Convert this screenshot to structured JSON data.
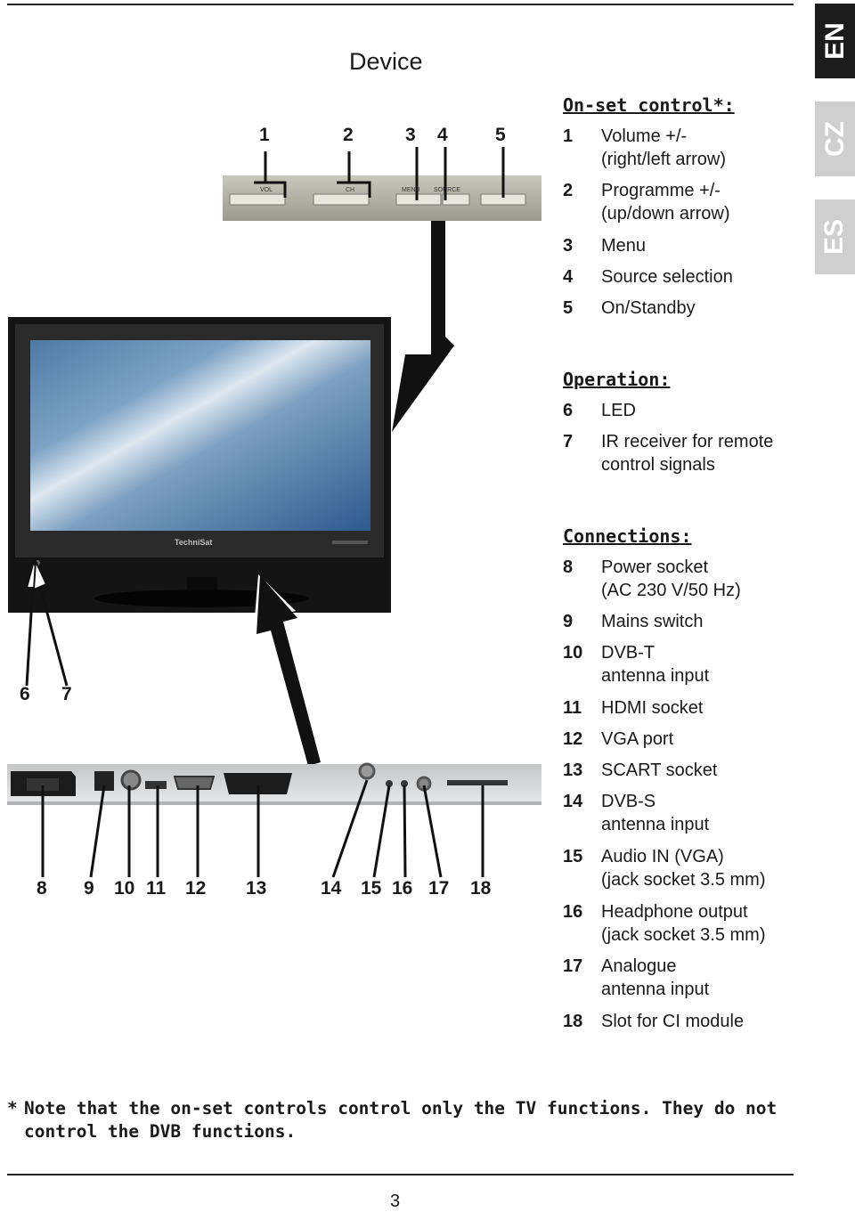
{
  "page": {
    "title": "Device",
    "page_number": "3"
  },
  "language_tabs": [
    {
      "label": "EN",
      "active": true
    },
    {
      "label": "CZ",
      "active": false
    },
    {
      "label": "ES",
      "active": false
    }
  ],
  "top_panel_labels": [
    "VOL",
    "CH",
    "MENU",
    "SOURCE"
  ],
  "tv_brand": "TechniSat",
  "callouts_top": [
    "1",
    "2",
    "3",
    "4",
    "5"
  ],
  "callouts_side": [
    "6",
    "7"
  ],
  "callouts_bottom": [
    "8",
    "9",
    "10",
    "11",
    "12",
    "13",
    "14",
    "15",
    "16",
    "17",
    "18"
  ],
  "sections": {
    "onset": {
      "heading": "On-set control*:",
      "items": [
        {
          "num": "1",
          "text": "Volume +/-\n(right/left arrow)"
        },
        {
          "num": "2",
          "text": "Programme +/-\n(up/down arrow)"
        },
        {
          "num": "3",
          "text": "Menu"
        },
        {
          "num": "4",
          "text": "Source selection"
        },
        {
          "num": "5",
          "text": "On/Standby"
        }
      ]
    },
    "operation": {
      "heading": "Operation:",
      "items": [
        {
          "num": "6",
          "text": "LED"
        },
        {
          "num": "7",
          "text": "IR receiver for remote\ncontrol signals"
        }
      ]
    },
    "connections": {
      "heading": "Connections:",
      "items": [
        {
          "num": "8",
          "text": "Power socket\n(AC 230 V/50 Hz)"
        },
        {
          "num": "9",
          "text": "Mains switch"
        },
        {
          "num": "10",
          "text": "DVB-T\nantenna input"
        },
        {
          "num": "11",
          "text": "HDMI socket"
        },
        {
          "num": "12",
          "text": "VGA port"
        },
        {
          "num": "13",
          "text": "SCART socket"
        },
        {
          "num": "14",
          "text": "DVB-S\nantenna input"
        },
        {
          "num": "15",
          "text": "Audio IN (VGA)\n(jack socket 3.5 mm)"
        },
        {
          "num": "16",
          "text": "Headphone output\n(jack socket 3.5 mm)"
        },
        {
          "num": "17",
          "text": "Analogue\nantenna input"
        },
        {
          "num": "18",
          "text": "Slot for CI module"
        }
      ]
    }
  },
  "footnote": {
    "marker": "*",
    "text": "Note that the on-set controls control only the TV functions. They do not control the DVB functions."
  }
}
